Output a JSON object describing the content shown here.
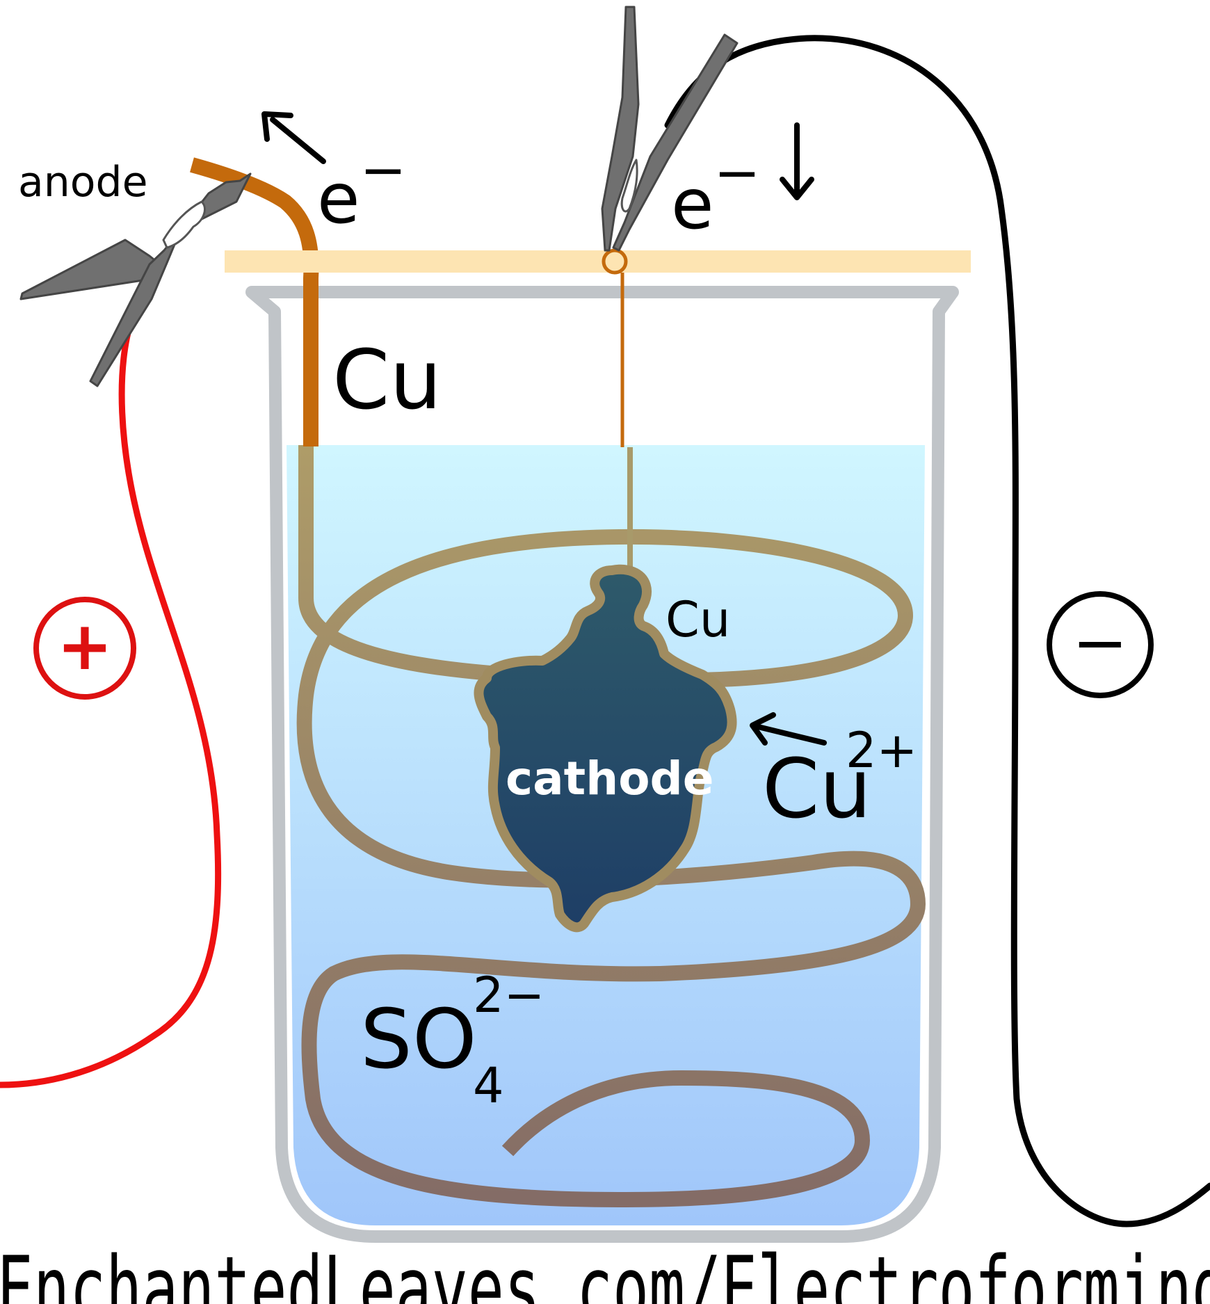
{
  "labels": {
    "anode": "anode",
    "electron_left": "e",
    "electron_left_charge": "−",
    "electron_right": "e",
    "electron_right_charge": "−",
    "cu_anode": "Cu",
    "cu_deposit": "Cu",
    "cathode": "cathode",
    "cu_ion": "Cu",
    "cu_ion_charge": "2+",
    "sulfate": "SO",
    "sulfate_subscript": "4",
    "sulfate_charge": "2−",
    "plus_terminal": "+",
    "minus_terminal": "−"
  },
  "footer": {
    "url": "EnchantedLeaves.com/Electroforming"
  },
  "colors": {
    "positive_wire": "#ee1111",
    "negative_wire": "#000000",
    "copper": "#c46a0c",
    "coil": "#a08c60",
    "electrolyte_top": "#d0f6ff",
    "electrolyte_bottom": "#a0c6fa",
    "beaker": "#c0c4c8",
    "support_bar": "#fde4b2",
    "cathode_object": "#24486a",
    "clip": "#707070"
  }
}
